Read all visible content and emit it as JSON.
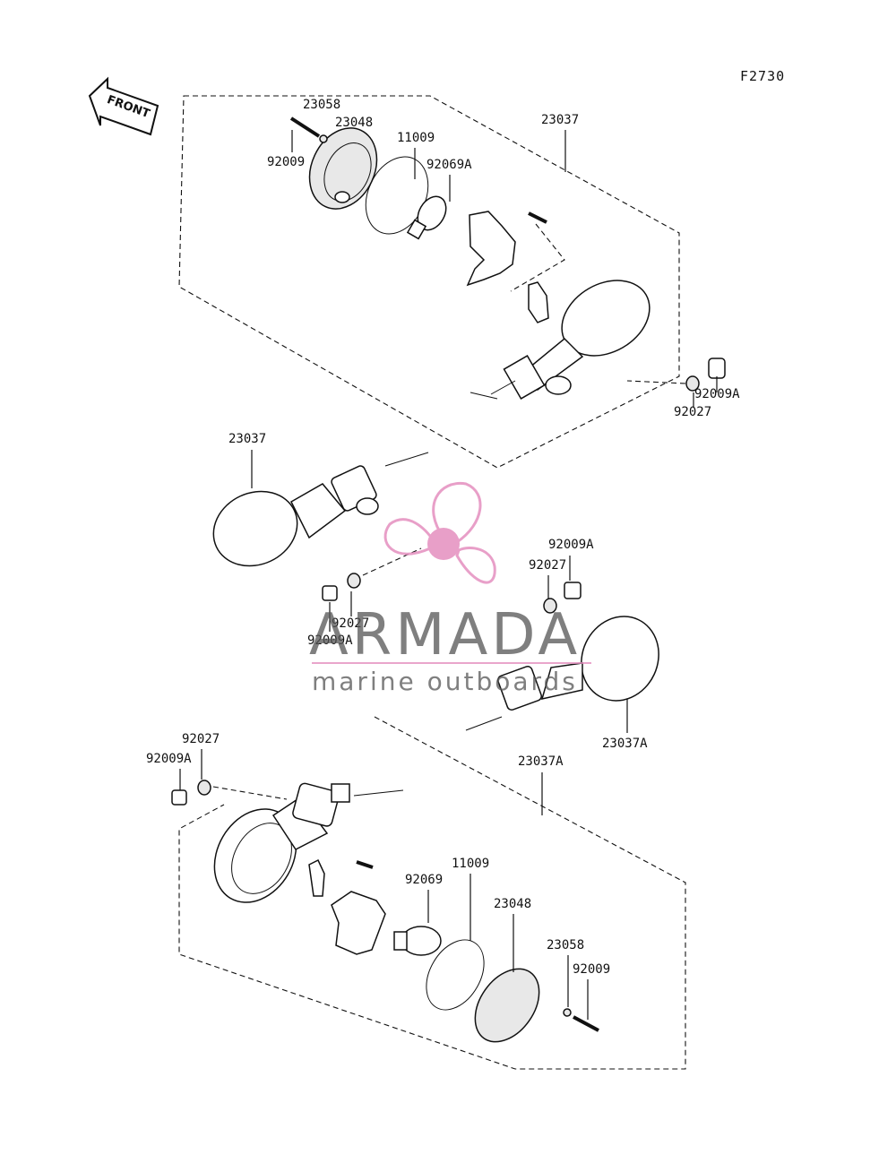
{
  "figure_code": "F2730",
  "front_arrow_label": "FRONT",
  "watermark": {
    "brand": "ARMADA",
    "tagline": "marine outboards",
    "accent_color": "#e48fbf",
    "text_color": "#555555"
  },
  "labels": {
    "top_23058": "23058",
    "top_23048": "23048",
    "top_92009": "92009",
    "top_11009": "11009",
    "top_92069A": "92069A",
    "top_23037": "23037",
    "top_92009A": "92009A",
    "top_92027": "92027",
    "left_23037": "23037",
    "left_92027": "92027",
    "left_92009A": "92009A",
    "right_92009A": "92009A",
    "right_92027": "92027",
    "right_23037A": "23037A",
    "bottom_92027": "92027",
    "bottom_92009A": "92009A",
    "bottom_23037A": "23037A",
    "bottom_92069": "92069",
    "bottom_11009": "11009",
    "bottom_23048": "23048",
    "bottom_23058": "23058",
    "bottom_92009": "92009"
  }
}
